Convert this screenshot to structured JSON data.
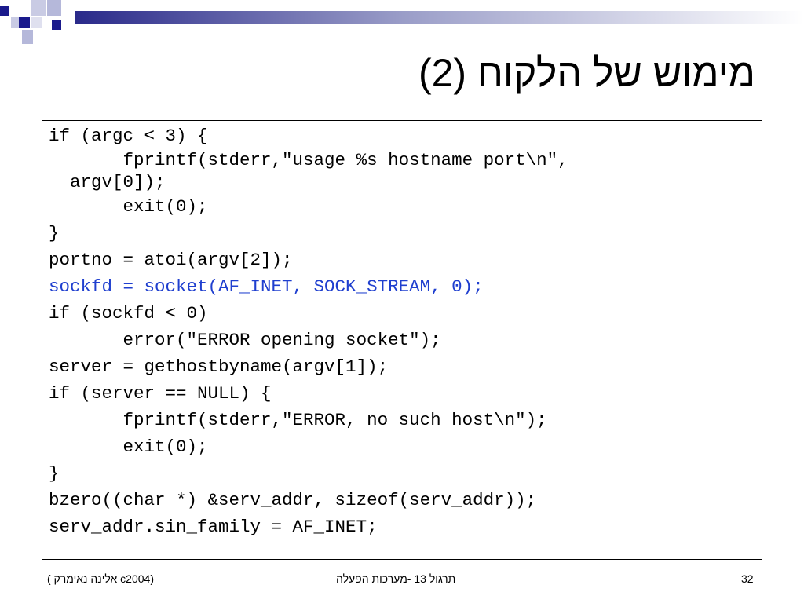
{
  "slide": {
    "title": "מימוש של הלקוח (2)",
    "code_lines": [
      {
        "text": "if (argc < 3) {",
        "highlight": false
      },
      {
        "text": "       fprintf(stderr,\"usage %s hostname port\\n\",",
        "highlight": false
      },
      {
        "text": "  argv[0]);",
        "highlight": false
      },
      {
        "text": "       exit(0);",
        "highlight": false
      },
      {
        "text": "}",
        "highlight": false
      },
      {
        "text": "portno = atoi(argv[2]);",
        "highlight": false
      },
      {
        "text": "sockfd = socket(AF_INET, SOCK_STREAM, 0);",
        "highlight": true
      },
      {
        "text": "if (sockfd < 0)",
        "highlight": false
      },
      {
        "text": "       error(\"ERROR opening socket\");",
        "highlight": false
      },
      {
        "text": "server = gethostbyname(argv[1]);",
        "highlight": false
      },
      {
        "text": "if (server == NULL) {",
        "highlight": false
      },
      {
        "text": "       fprintf(stderr,\"ERROR, no such host\\n\");",
        "highlight": false
      },
      {
        "text": "       exit(0);",
        "highlight": false
      },
      {
        "text": "}",
        "highlight": false
      },
      {
        "text": "bzero((char *) &serv_addr, sizeof(serv_addr));",
        "highlight": false
      },
      {
        "text": "serv_addr.sin_family = AF_INET;",
        "highlight": false
      }
    ],
    "footer_left": "(c2004 אלינה נאימרק )",
    "footer_center": "תרגול 13 -מערכות הפעלה",
    "footer_right": "32"
  },
  "colors": {
    "highlight": "#1f3fcf",
    "decor_dark": "#1a1a8c",
    "decor_mid": "#8a8fc4",
    "decor_light": "#c9cbe4"
  }
}
